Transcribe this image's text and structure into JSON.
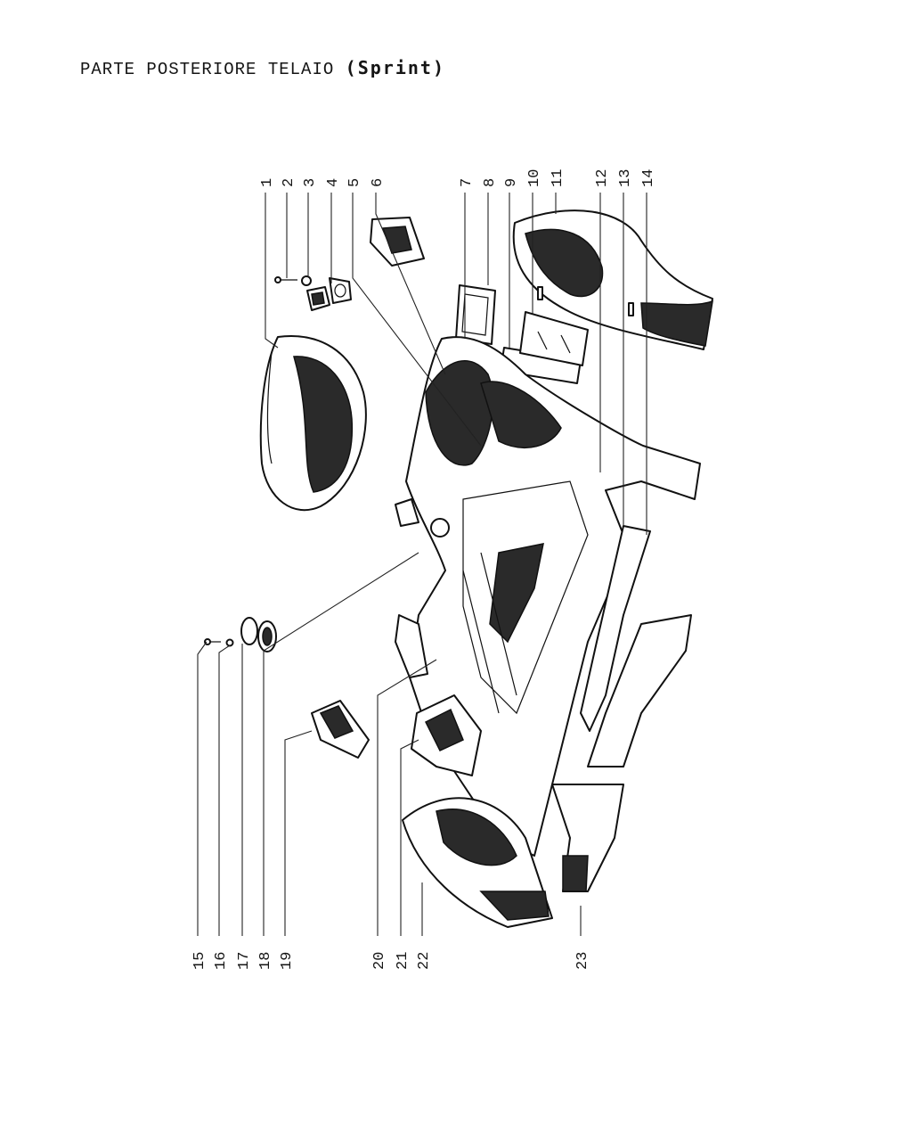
{
  "title": {
    "main": "PARTE POSTERIORE TELAIO",
    "variant": "(Sprint)"
  },
  "callouts": [
    "1",
    "2",
    "3",
    "4",
    "5",
    "6",
    "7",
    "8",
    "9",
    "10",
    "11",
    "12",
    "13",
    "14",
    "15",
    "16",
    "17",
    "18",
    "19",
    "20",
    "21",
    "22",
    "23"
  ]
}
